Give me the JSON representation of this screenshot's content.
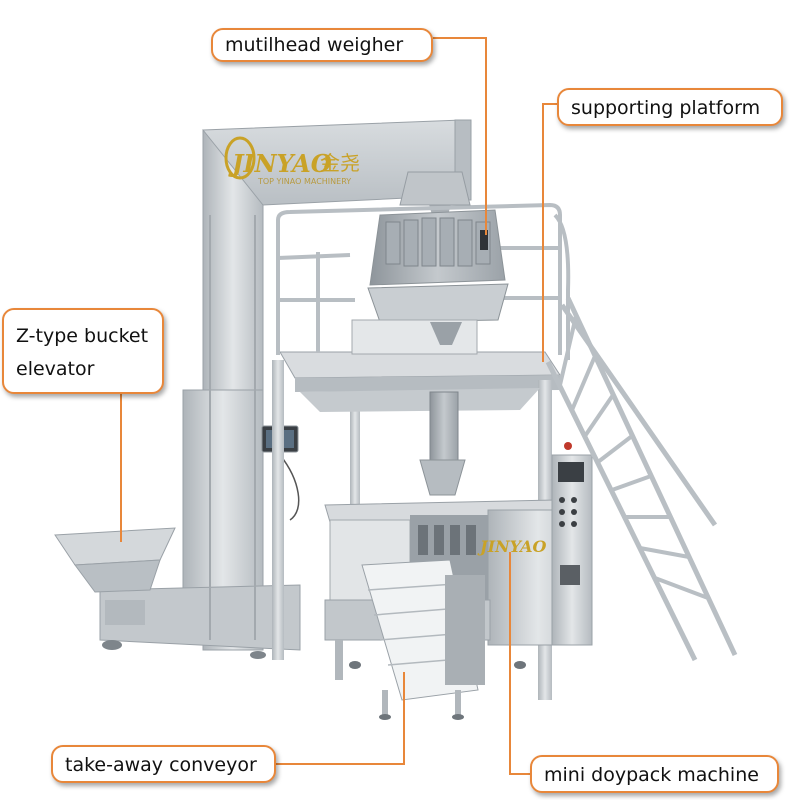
{
  "callouts": {
    "weigher": "mutilhead weigher",
    "platform": "supporting platform",
    "elevator_line1": "Z-type bucket",
    "elevator_line2": "elevator",
    "conveyor": "take-away conveyor",
    "doypack": "mini doypack machine"
  },
  "logo": {
    "brand": "JINYAO",
    "cn": "金尧",
    "tagline": "TOP YINAO MACHINERY"
  },
  "colors": {
    "callout_border": "#e8873a",
    "leader_line": "#e8873a",
    "steel": "#c9cdd1",
    "logo_gold": "#c9a227"
  }
}
